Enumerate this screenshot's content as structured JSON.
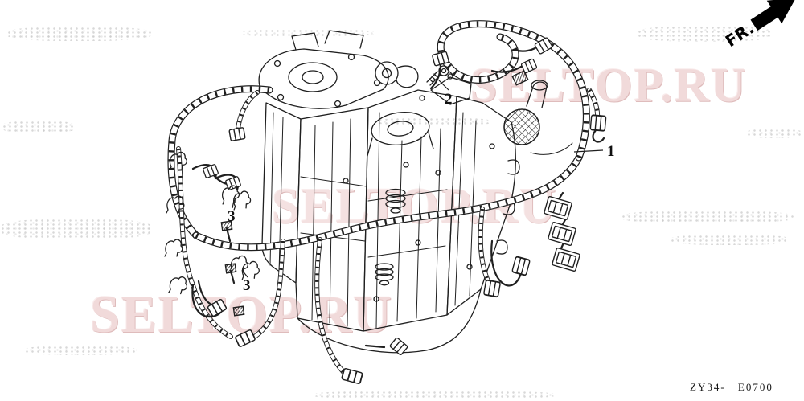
{
  "diagram": {
    "direction_label": "FR.",
    "part_code": "ZY34- E0700",
    "callouts": [
      {
        "label": "1"
      },
      {
        "label": "2"
      },
      {
        "label": "3"
      },
      {
        "label": "3"
      }
    ]
  },
  "watermarks": [
    {
      "text": "SELTOP.RU"
    },
    {
      "text": "SELTOP.RU"
    },
    {
      "text": "SELTOP.RU"
    }
  ],
  "colors": {
    "line": "#1f1f1f",
    "watermark": "#f1dada",
    "watermark_shadow": "#dfbcbc",
    "arrow": "#000000",
    "background": "#ffffff"
  }
}
